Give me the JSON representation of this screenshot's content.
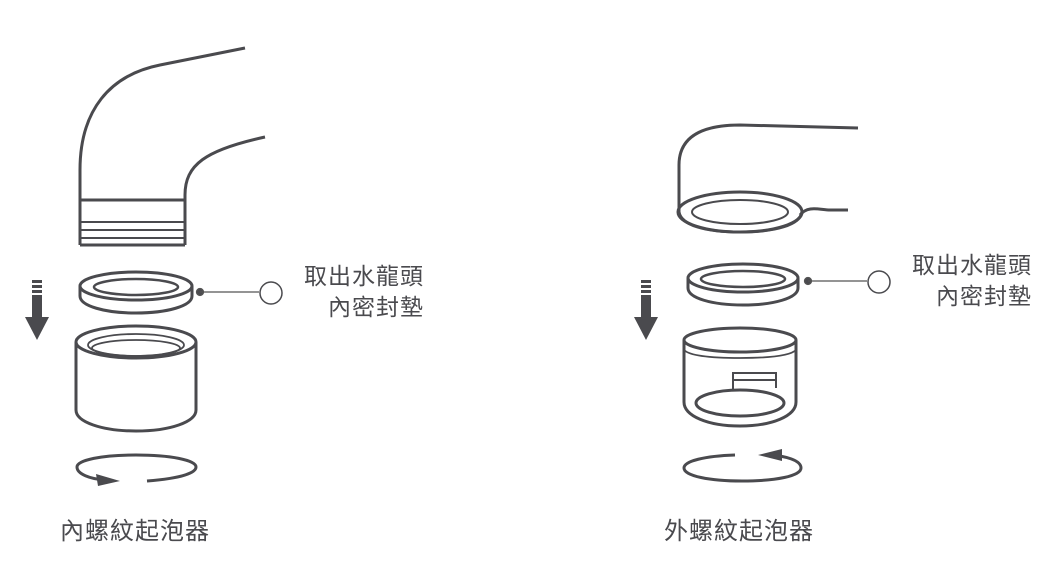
{
  "left_panel": {
    "callout_line1": "取出水龍頭",
    "callout_line2": "內密封墊",
    "caption": "內螺紋起泡器"
  },
  "right_panel": {
    "callout_line1": "取出水龍頭",
    "callout_line2": "內密封墊",
    "caption": "外螺紋起泡器"
  },
  "colors": {
    "stroke": "#4a4a4e",
    "callout": "#555555"
  }
}
